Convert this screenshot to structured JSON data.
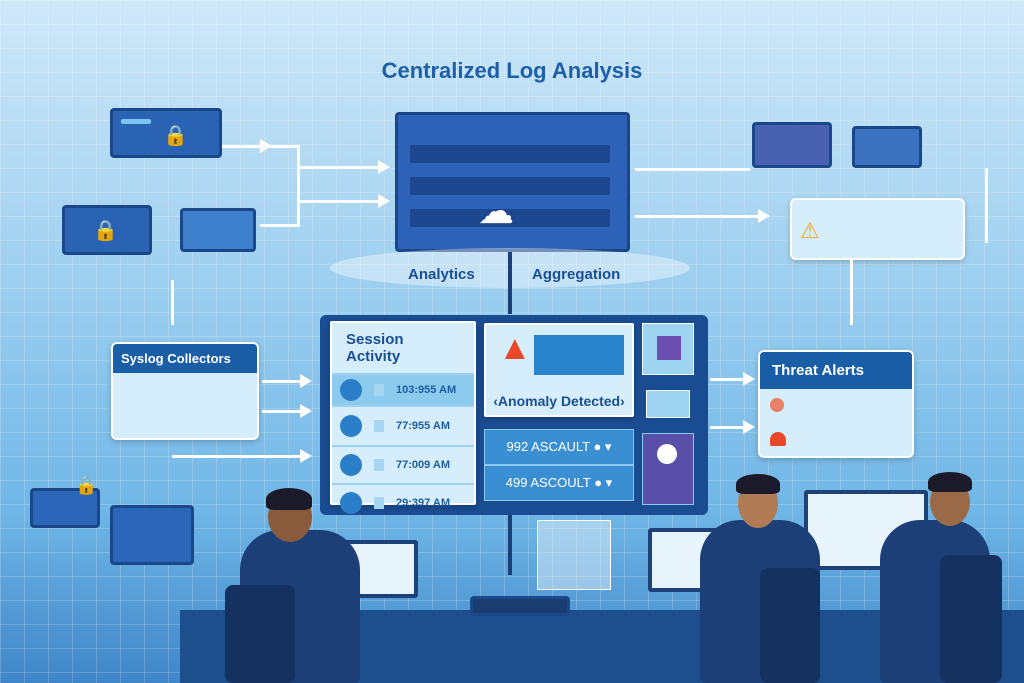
{
  "title": "Centralized Log Analysis",
  "labels": {
    "analytics": "Analytics",
    "aggregation": "Aggregation"
  },
  "syslog": {
    "title": "Syslog Collectors"
  },
  "threats": {
    "title": "Threat Alerts",
    "items": [
      "pie-alert-icon",
      "warning-bell-icon"
    ]
  },
  "session": {
    "title": "Session Activity",
    "rows": [
      {
        "time": "103:955 AM"
      },
      {
        "time": "77:955 AM"
      },
      {
        "time": "77:009 AM"
      },
      {
        "time": "29:397 AM"
      }
    ]
  },
  "anomaly": {
    "label": "‹Anomaly Detected›"
  },
  "assaults": [
    "992 ASCAULT ● ▾",
    "499 ASCOULT ● ▾"
  ],
  "colors": {
    "primary": "#1b5ea8",
    "alert": "#e8472a",
    "accent": "#6a4fb0"
  }
}
